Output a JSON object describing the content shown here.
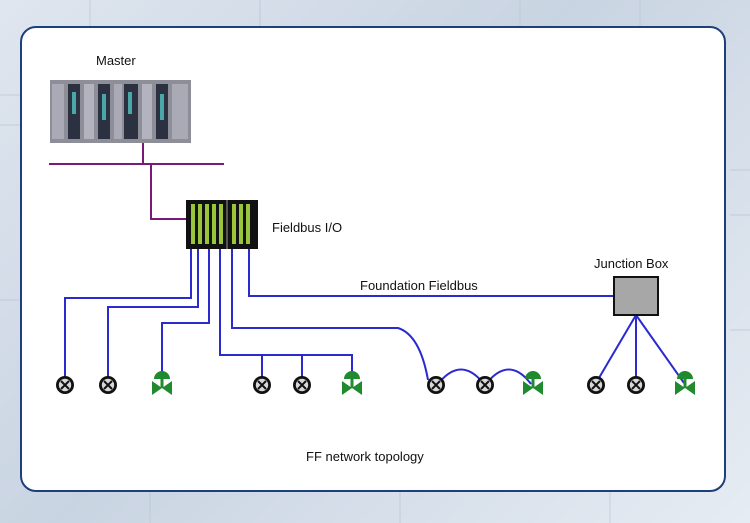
{
  "diagram": {
    "master_label": "Master",
    "fieldbus_io_label": "Fieldbus I/O",
    "foundation_fieldbus_label": "Foundation Fieldbus",
    "junction_box_label": "Junction Box",
    "caption": "FF network topology"
  },
  "colors": {
    "bus_line": "#2a2ad0",
    "master_bus": "#7a1a78",
    "valve": "#1f8a2e",
    "panel_border": "#1d3f7a"
  },
  "icons": [
    "transmitter-icon",
    "valve-icon",
    "plc-rack-icon",
    "fieldbus-io-module-icon",
    "junction-box-icon"
  ]
}
